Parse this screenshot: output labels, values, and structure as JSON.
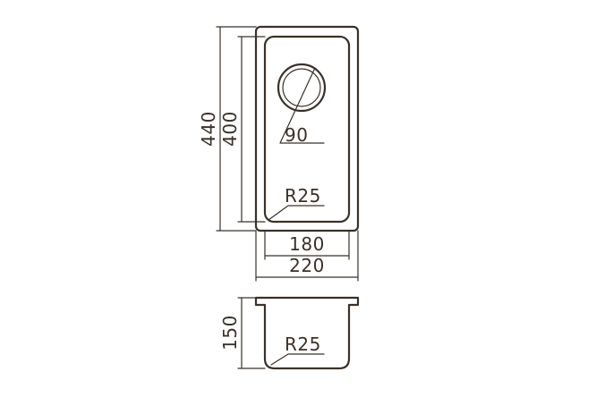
{
  "top_view": {
    "overall_height": "440",
    "inner_height": "400",
    "drain_diameter": "90",
    "corner_radius": "R25",
    "inner_width": "180",
    "overall_width": "220"
  },
  "side_view": {
    "depth": "150",
    "corner_radius": "R25"
  },
  "colors": {
    "line": "#3a3128",
    "background": "#ffffff"
  }
}
